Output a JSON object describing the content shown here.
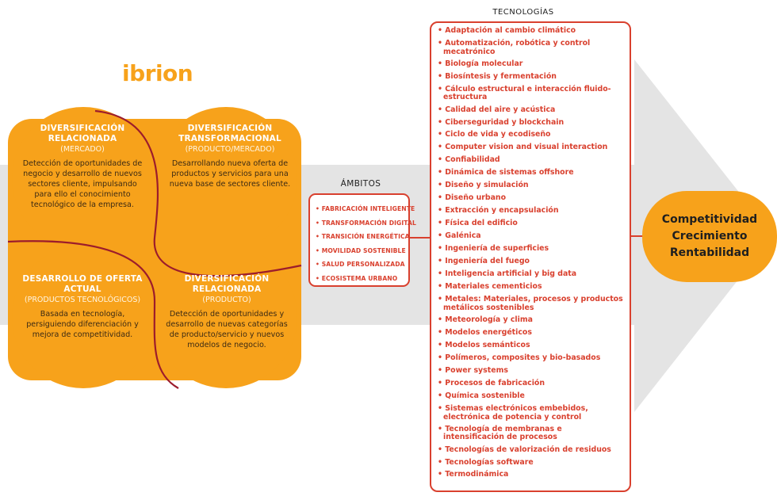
{
  "colors": {
    "orange": "#f7a21b",
    "red_accent": "#d9402e",
    "dark_red_line": "#9c1c2c",
    "grey_arrow": "#e3e3e3"
  },
  "logo": {
    "text": "ibrion"
  },
  "quadrants": [
    {
      "title": "DIVERSIFICACIÓN RELACIONADA",
      "subtitle": "(MERCADO)",
      "description": "Detección de oportunidades de negocio y desarrollo de nuevos sectores cliente, impulsando para ello el conocimiento tecnológico de la empresa."
    },
    {
      "title": "DIVERSIFICACIÓN TRANSFORMACIONAL",
      "subtitle": "(PRODUCTO/MERCADO)",
      "description": "Desarrollando nueva oferta de productos y servicios para una nueva base de sectores cliente."
    },
    {
      "title": "DESARROLLO DE OFERTA ACTUAL",
      "subtitle": "(PRODUCTOS TECNOLÓGICOS)",
      "description": "Basada en tecnología, persiguiendo diferenciación y mejora de competitividad."
    },
    {
      "title": "DIVERSIFICACIÓN RELACIONADA",
      "subtitle": "(PRODUCTO)",
      "description": "Detección de oportunidades y desarrollo de nuevas categorías de producto/servicio y nuevos modelos de negocio."
    }
  ],
  "ambitos": {
    "title": "ÁMBITOS",
    "items": [
      "• FABRICACIÓN INTELIGENTE",
      "• TRANSFORMACIÓN DIGITAL",
      "• TRANSICIÓN ENERGÉTICA",
      "• MOVILIDAD SOSTENIBLE",
      "• SALUD PERSONALIZADA",
      "• ECOSISTEMA URBANO"
    ]
  },
  "tecnologias": {
    "title": "TECNOLOGÍAS",
    "items": [
      "• Adaptación al cambio climático",
      "• Automatización, robótica y control mecatrónico",
      "• Biología molecular",
      "• Biosíntesis y fermentación",
      "• Cálculo estructural e interacción fluido-estructura",
      "• Calidad del aire y acústica",
      "• Ciberseguridad y blockchain",
      "• Ciclo de vida y ecodiseño",
      "• Computer vision and visual interaction",
      "• Confiabilidad",
      "• Dinámica de sistemas offshore",
      "• Diseño y simulación",
      "• Diseño urbano",
      "• Extracción y encapsulación",
      "• Física del edificio",
      "• Galénica",
      "• Ingeniería de superficies",
      "• Ingeniería del fuego",
      "• Inteligencia artificial y big data",
      "• Materiales cementicios",
      "• Metales: Materiales, procesos y productos metálicos sostenibles",
      "• Meteorología y clima",
      "• Modelos energéticos",
      "• Modelos semánticos",
      "• Polímeros, composites y bio-basados",
      "• Power systems",
      "• Procesos de fabricación",
      "• Química sostenible",
      "• Sistemas electrónicos embebidos, electrónica de potencia y control",
      "• Tecnología de membranas e intensificación de procesos",
      "• Tecnologías de valorización de residuos",
      "• Tecnologías software",
      "• Termodinámica"
    ]
  },
  "result": {
    "lines": [
      "Competitividad",
      "Crecimiento",
      "Rentabilidad"
    ]
  }
}
